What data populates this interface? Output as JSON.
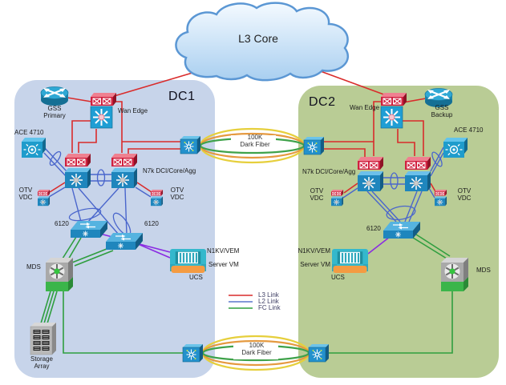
{
  "cloud": {
    "label": "L3 Core"
  },
  "legend": {
    "l3": "L3 Link",
    "l2": "L2 Link",
    "fc": "FC Link",
    "colors": {
      "l3": "#d92b2b",
      "l2": "#5a77cc",
      "fc": "#2f9e3f"
    }
  },
  "interconnect_top": [
    "100K",
    "Dark Fiber"
  ],
  "interconnect_bottom": [
    "100K",
    "Dark Fiber"
  ],
  "colors": {
    "dc1_panel": "#c7d4ea",
    "dc2_panel": "#b9cc95",
    "vem_link": "#8a2be2",
    "fiber": [
      "#e6cf3c",
      "#e59a40",
      "#3fa24a"
    ]
  },
  "dc1": {
    "title": "DC1",
    "gss": [
      "GSS",
      "Primary"
    ],
    "wan_edge": "Wan Edge",
    "ace": "ACE 4710",
    "n7k": "N7k DCI/Core/Agg",
    "otv_left": [
      "OTV",
      "VDC"
    ],
    "otv_right": [
      "OTV",
      "VDC"
    ],
    "fi_left": "6120",
    "fi_right": "6120",
    "n1kv": "N1KV/VEM",
    "server_vm": "Server VM",
    "ucs": "UCS",
    "mds": "MDS",
    "storage": [
      "Storage",
      "Array"
    ]
  },
  "dc2": {
    "title": "DC2",
    "gss": [
      "GSS",
      "Backup"
    ],
    "wan_edge": "Wan Edge",
    "ace": "ACE 4710",
    "n7k": "N7k DCI/Core/Agg",
    "otv_left": [
      "OTV",
      "VDC"
    ],
    "otv_right": [
      "OTV",
      "VDC"
    ],
    "fi": "6120",
    "n1kv": "N1KV/VEM",
    "server_vm": "Server VM",
    "ucs": "UCS",
    "mds": "MDS"
  }
}
